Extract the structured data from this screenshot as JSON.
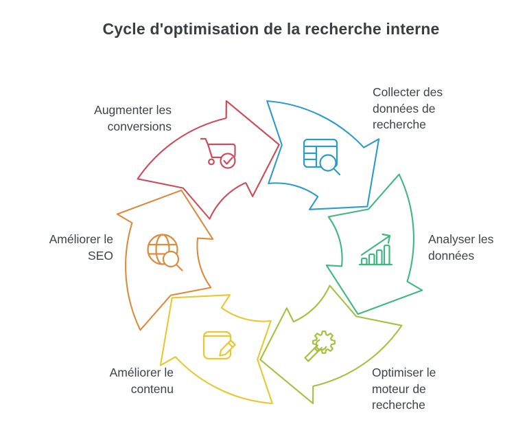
{
  "title": "Cycle d'optimisation de la recherche interne",
  "background": "#ffffff",
  "text_color": "#3e4347",
  "title_color": "#3a3e44",
  "direction": "clockwise",
  "steps": [
    {
      "name": "collect-data",
      "label": "Collecter des données de recherche",
      "lines": [
        "Collecter des",
        "données de",
        "recherche"
      ],
      "color": "#2b9bca",
      "icon": "table-search-icon"
    },
    {
      "name": "analyze-data",
      "label": "Analyser les données",
      "lines": [
        "Analyser les",
        "données"
      ],
      "color": "#3db87f",
      "icon": "bar-chart-growth-icon"
    },
    {
      "name": "optimize-search-engine",
      "label": "Optimiser le moteur de recherche",
      "lines": [
        "Optimiser le",
        "moteur de",
        "recherche"
      ],
      "color": "#a4c03c",
      "icon": "gear-wrench-icon"
    },
    {
      "name": "improve-content",
      "label": "Améliorer le contenu",
      "lines": [
        "Améliorer le",
        "contenu"
      ],
      "color": "#e8c72f",
      "icon": "book-pencil-icon"
    },
    {
      "name": "improve-seo",
      "label": "Améliorer le SEO",
      "lines": [
        "Améliorer le",
        "SEO"
      ],
      "color": "#dc8a3c",
      "icon": "globe-search-icon"
    },
    {
      "name": "increase-conversions",
      "label": "Augmenter les conversions",
      "lines": [
        "Augmenter les",
        "conversions"
      ],
      "color": "#cd4c59",
      "icon": "cart-check-icon"
    }
  ]
}
